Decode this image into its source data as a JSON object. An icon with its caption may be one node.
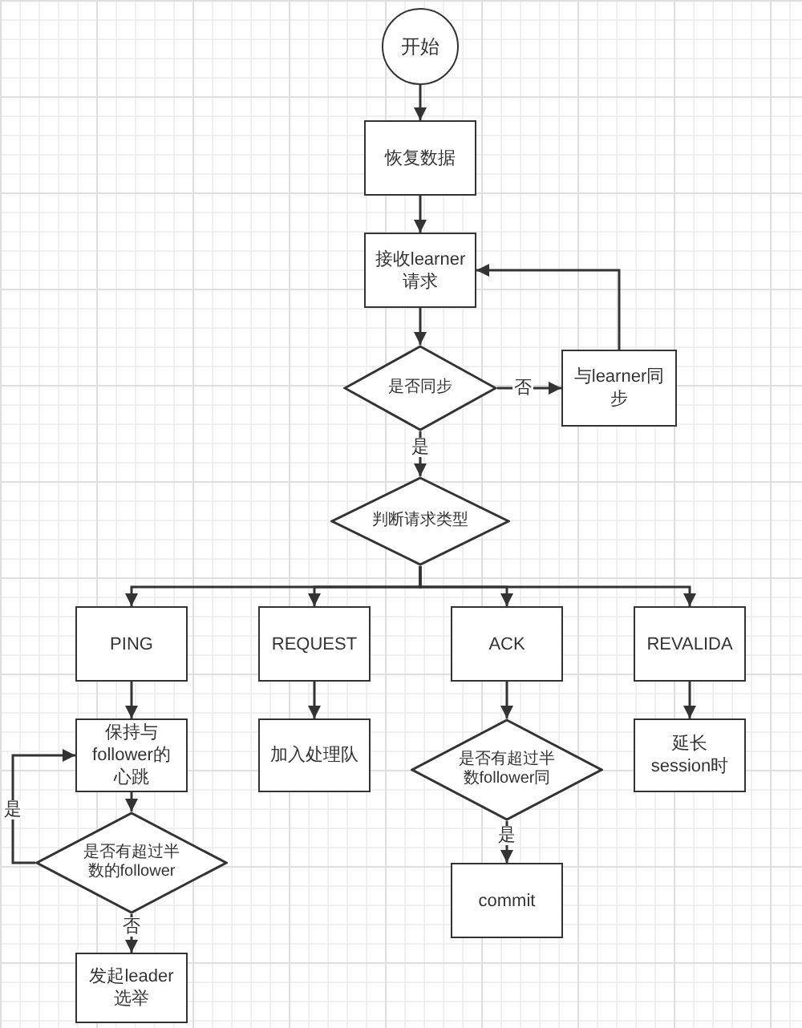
{
  "diagram": {
    "nodes": [
      {
        "text": [
          "开始"
        ]
      },
      {
        "text": [
          "恢复数据"
        ]
      },
      {
        "text": [
          "接收learner请求"
        ]
      },
      {
        "text": [
          "是否同步"
        ]
      },
      {
        "text": [
          "与learner同步"
        ]
      },
      {
        "text": [
          "判断请求类型"
        ]
      },
      {
        "text": [
          "PING"
        ]
      },
      {
        "text": [
          "REQUEST"
        ]
      },
      {
        "text": [
          "ACK"
        ]
      },
      {
        "text": [
          "REVALIDA"
        ]
      },
      {
        "text": [
          "保持与follower的心跳"
        ]
      },
      {
        "text": [
          "加入处理队"
        ]
      },
      {
        "text": [
          "是否有超过半数follower同"
        ]
      },
      {
        "text": [
          "延长session时"
        ]
      },
      {
        "text": [
          "是否有超过半数的follower"
        ]
      },
      {
        "text": [
          "commit"
        ]
      },
      {
        "text": [
          "发起leader选举"
        ]
      }
    ],
    "edges": [
      {
        "from": 0,
        "to": 1,
        "arrow": "to"
      },
      {
        "from": 1,
        "to": 2,
        "arrow": "to"
      },
      {
        "from": 2,
        "to": 3,
        "arrow": "to"
      },
      {
        "from": 3,
        "to": 4,
        "arrow": "to",
        "label": "否"
      },
      {
        "from": 4,
        "to": 2,
        "arrow": "to"
      },
      {
        "from": 3,
        "to": 5,
        "arrow": "to",
        "label": "是"
      },
      {
        "from": 5,
        "to": 6,
        "arrow": "to"
      },
      {
        "from": 5,
        "to": 7,
        "arrow": "to"
      },
      {
        "from": 5,
        "to": 8,
        "arrow": "to"
      },
      {
        "from": 5,
        "to": 9,
        "arrow": "to"
      },
      {
        "from": 6,
        "to": 10,
        "arrow": "to"
      },
      {
        "from": 7,
        "to": 11,
        "arrow": "to"
      },
      {
        "from": 8,
        "to": 12,
        "arrow": "to"
      },
      {
        "from": 9,
        "to": 13,
        "arrow": "to"
      },
      {
        "from": 10,
        "to": 14,
        "arrow": "to"
      },
      {
        "from": 14,
        "to": 10,
        "arrow": "to",
        "label": "是"
      },
      {
        "from": 14,
        "to": 16,
        "arrow": "to",
        "label": "否"
      },
      {
        "from": 12,
        "to": 15,
        "arrow": "to",
        "label": "是"
      }
    ]
  }
}
